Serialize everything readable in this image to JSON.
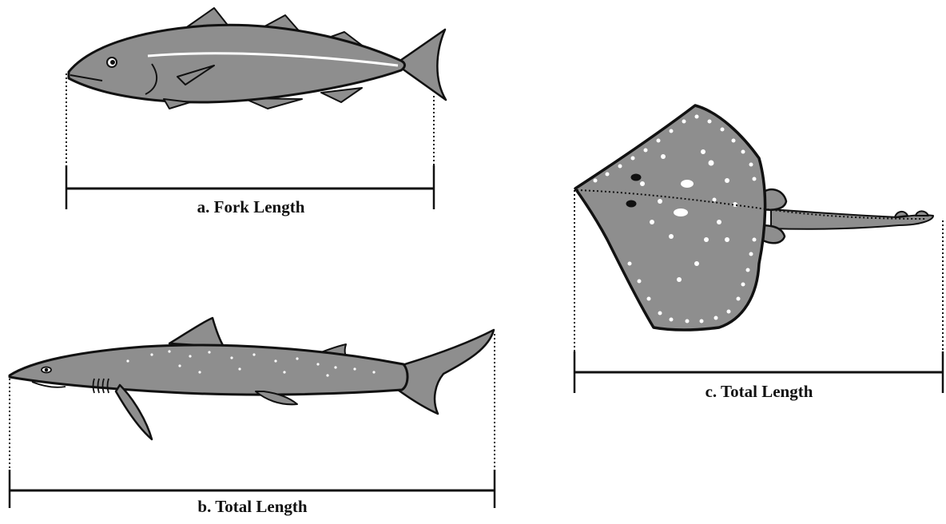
{
  "panels": [
    {
      "id": "a",
      "caption": "a. Fork Length",
      "subject": "bony-fish"
    },
    {
      "id": "b",
      "caption": "b. Total Length",
      "subject": "shark"
    },
    {
      "id": "c",
      "caption": "c. Total Length",
      "subject": "skate"
    }
  ],
  "colors": {
    "body_fill": "#8e8e8e",
    "outline": "#111111",
    "highlight": "#ffffff",
    "measure_line": "#111111",
    "background": "#ffffff"
  }
}
